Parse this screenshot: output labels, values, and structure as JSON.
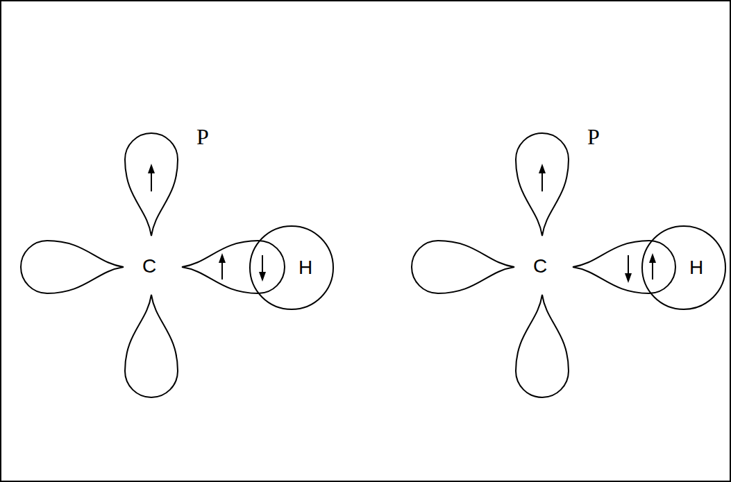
{
  "diagram": {
    "nodes": [
      {
        "text": [
          "H"
        ]
      },
      {
        "text": [
          "H"
        ]
      }
    ],
    "labels": [
      "P",
      "C",
      "P",
      "C"
    ]
  }
}
